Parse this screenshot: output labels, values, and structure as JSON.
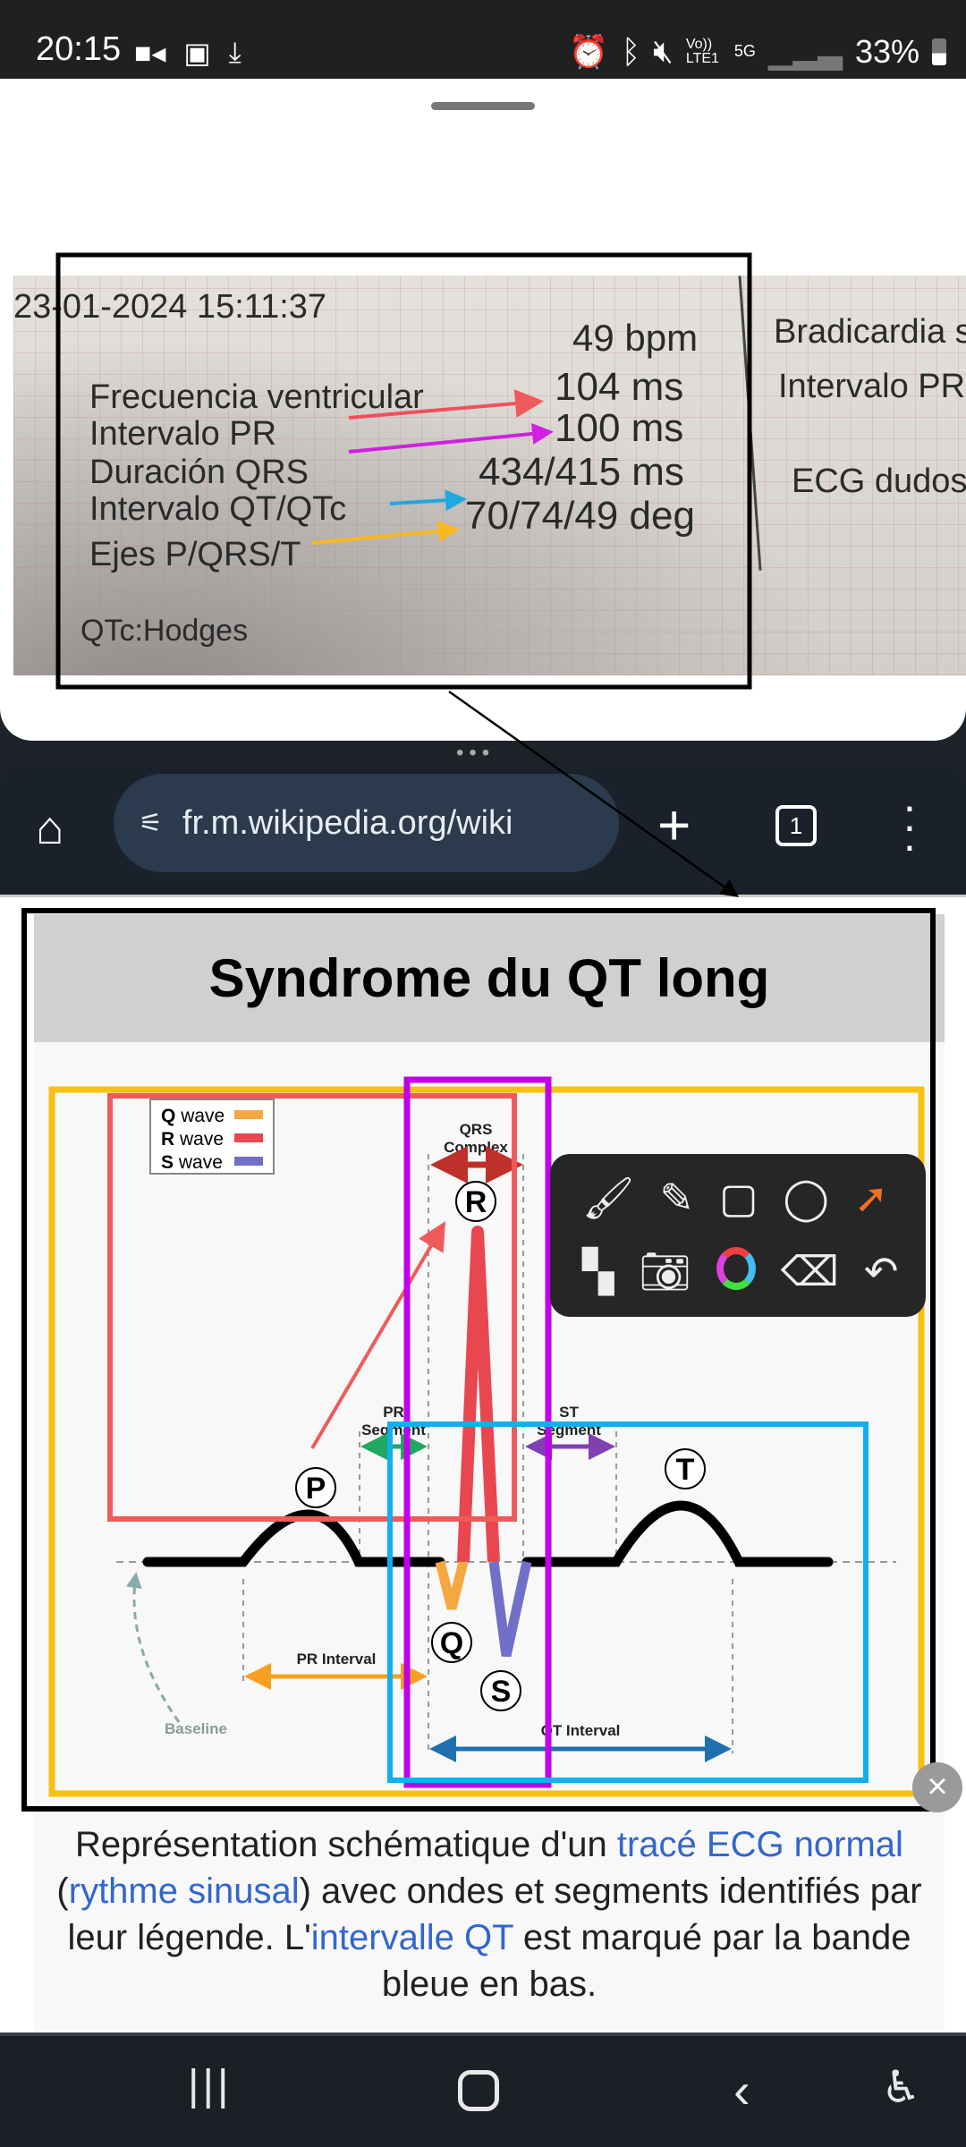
{
  "status": {
    "time": "20:15",
    "battery": "33%",
    "network": "5G",
    "volte": "Vo)) LTE1"
  },
  "photo": {
    "timestamp": "23-01-2024 15:11:37",
    "labels": [
      "Frecuencia ventricular",
      "Intervalo PR",
      "Duración QRS",
      "Intervalo QT/QTc",
      "Ejes P/QRS/T"
    ],
    "values": [
      "49 bpm",
      "104 ms",
      "100 ms",
      "434/415 ms",
      "70/74/49 deg"
    ],
    "footer": "QTc:Hodges",
    "right_col": [
      "Bradicardia s",
      "Intervalo PR",
      "ECG dudoso"
    ],
    "arrow_colors": [
      "#f0505a",
      "#d020e0",
      "#20a8e0",
      "#f8b820"
    ]
  },
  "browser": {
    "url": "fr.m.wikipedia.org/wiki",
    "tab_count": "1"
  },
  "article": {
    "title": "Syndrome du QT long",
    "caption": {
      "p1": "Représentation schématique d'un ",
      "l1": "tracé ECG normal",
      "p2": " (",
      "l2": "rythme sinusal",
      "p3": ") avec ondes et segments identifiés par leur légende. L'",
      "l3": "intervalle QT",
      "p4": " est marqué par la bande bleue en bas."
    }
  },
  "diagram": {
    "legend": [
      {
        "letter": "Q",
        "text": "wave",
        "color": "#f5a840"
      },
      {
        "letter": "R",
        "text": "wave",
        "color": "#e8474f"
      },
      {
        "letter": "S",
        "text": "wave",
        "color": "#7070c8"
      }
    ],
    "waves": {
      "p": "P",
      "q": "Q",
      "r": "R",
      "s": "S",
      "t": "T"
    },
    "qrs_line1": "QRS",
    "qrs_line2": "Complex",
    "pr_seg1": "PR",
    "pr_seg2": "Segment",
    "st_seg1": "ST",
    "st_seg2": "Segment",
    "pr_interval": "PR Interval",
    "qt_interval": "QT Interval",
    "baseline": "Baseline"
  },
  "annotations": {
    "colors": {
      "black": "#000000",
      "yellow": "#f8c010",
      "red": "#f05a5a",
      "purple": "#c000e8",
      "cyan": "#10b0f0"
    }
  }
}
